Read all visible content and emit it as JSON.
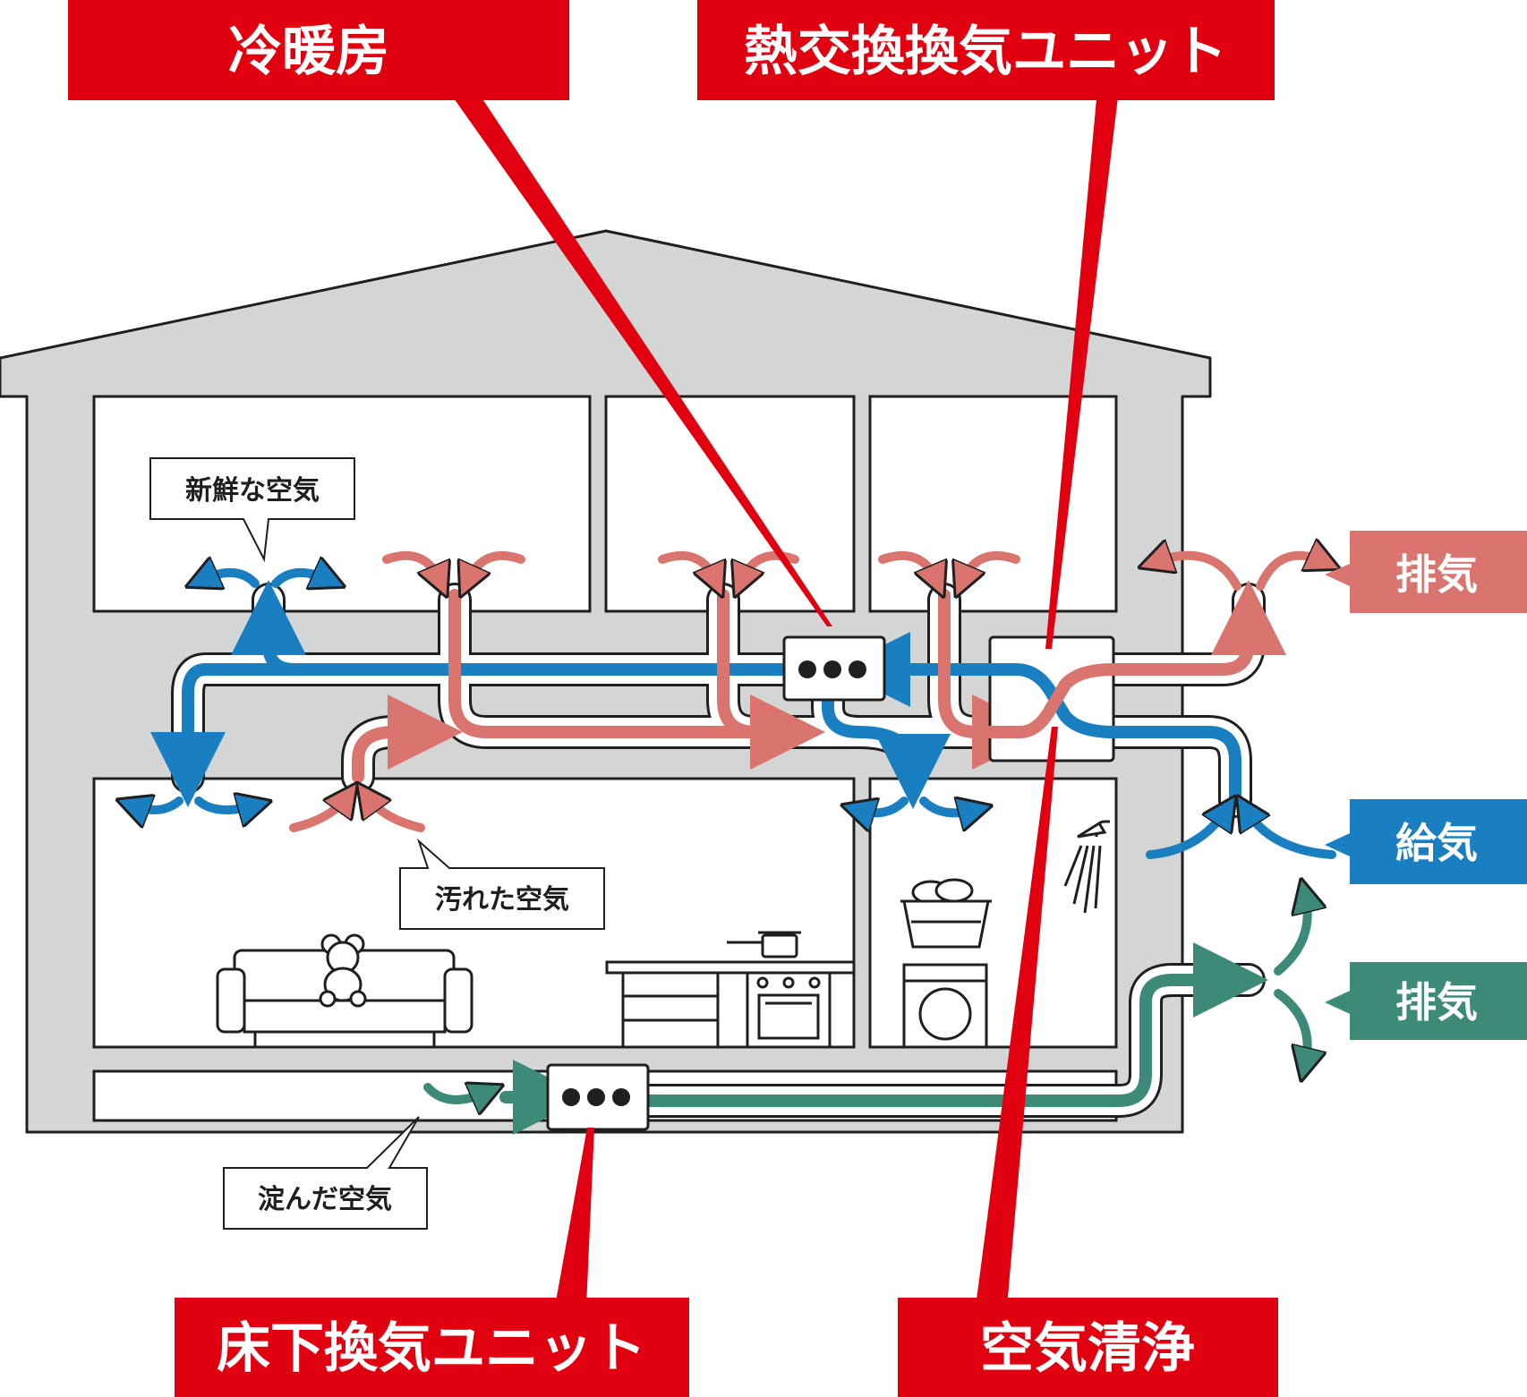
{
  "colors": {
    "brand_red": "#e0000f",
    "supply_blue": "#1a7fc1",
    "exhaust_pink": "#d9746e",
    "underfloor_green": "#3d8a78",
    "house_gray": "#d4d5d5",
    "line": "#1f1f1f"
  },
  "callouts": {
    "heating_cooling": "冷暖房",
    "heat_exchange_unit": "熱交換換気ユニット",
    "underfloor_unit": "床下換気ユニット",
    "air_purification": "空気清浄"
  },
  "side_labels": {
    "exhaust_upper": "排気",
    "supply": "給気",
    "exhaust_lower": "排気"
  },
  "bubbles": {
    "fresh_air": "新鮮な空気",
    "dirty_air": "汚れた空気",
    "stagnant_air": "淀んだ空気"
  },
  "icons": [
    "sofa-icon",
    "teddy-bear-icon",
    "kitchen-counter-icon",
    "stove-icon",
    "pot-icon",
    "washing-machine-icon",
    "laundry-basket-icon",
    "shower-icon"
  ]
}
